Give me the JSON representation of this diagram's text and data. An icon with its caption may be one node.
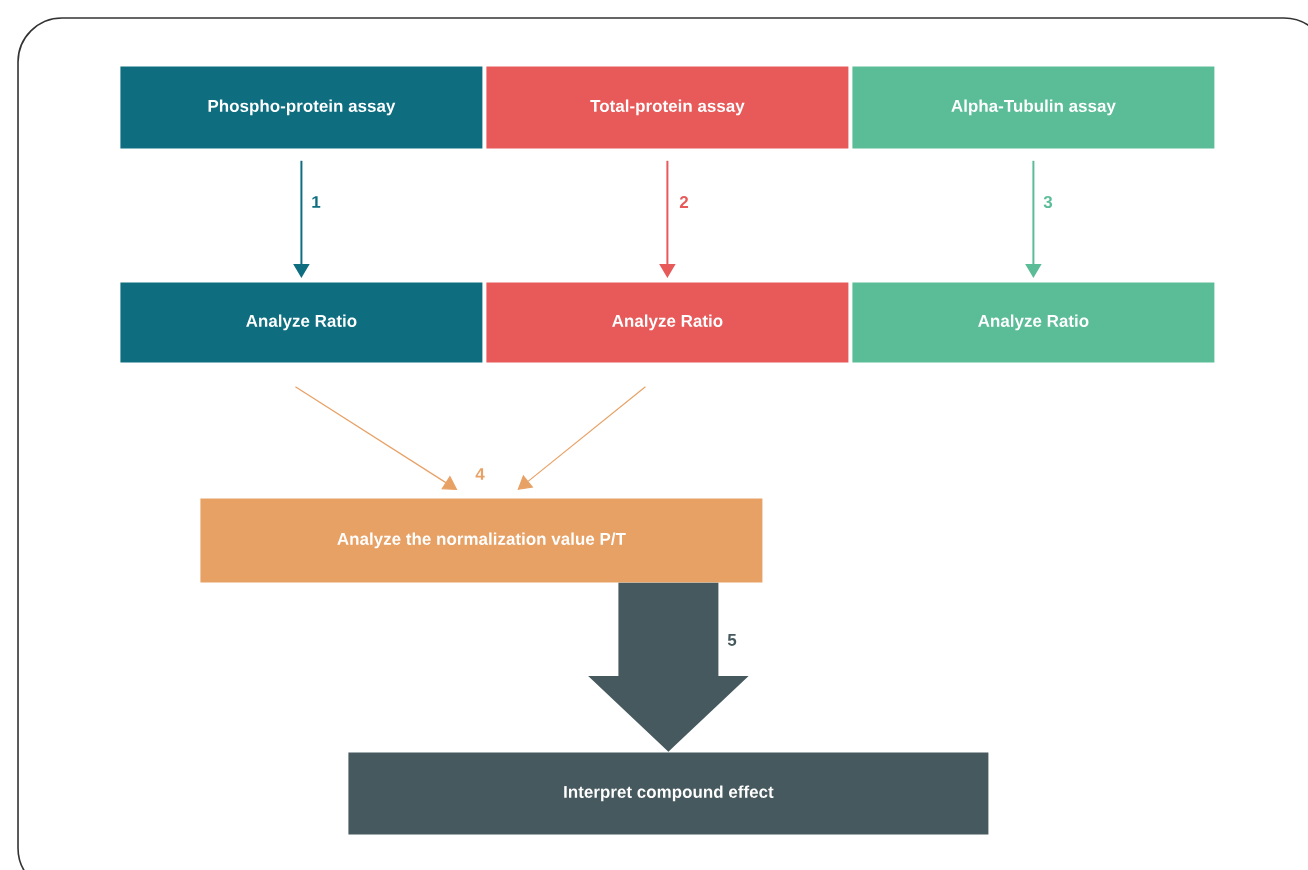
{
  "diagram": {
    "nodes": [
      {
        "text": [
          "Phospho-protein assay"
        ]
      },
      {
        "text": [
          "Total-protein assay"
        ]
      },
      {
        "text": [
          "Alpha-Tubulin assay"
        ]
      },
      {
        "text": [
          "Analyze Ratio"
        ]
      },
      {
        "text": [
          "Analyze Ratio"
        ]
      },
      {
        "text": [
          "Analyze Ratio"
        ]
      },
      {
        "text": [
          "Analyze the normalization value P/T"
        ]
      },
      {
        "text": [
          "Interpret compound effect"
        ]
      }
    ],
    "edges": [
      {
        "from": 0,
        "to": 3,
        "arrow": "to",
        "label": "1",
        "color": "#0e6e80"
      },
      {
        "from": 1,
        "to": 4,
        "arrow": "to",
        "label": "2",
        "color": "#e85a5a"
      },
      {
        "from": 2,
        "to": 5,
        "arrow": "to",
        "label": "3",
        "color": "#5bbd98"
      },
      {
        "from": 3,
        "to": 6,
        "arrow": "to",
        "color": "#e8a165"
      },
      {
        "from": 4,
        "to": 6,
        "arrow": "to",
        "color": "#e8a165"
      },
      {
        "from": 6,
        "to": 7,
        "arrow": "to",
        "label": "5",
        "style": "thick",
        "color": "#46595e"
      }
    ],
    "labels": [
      "4"
    ]
  }
}
